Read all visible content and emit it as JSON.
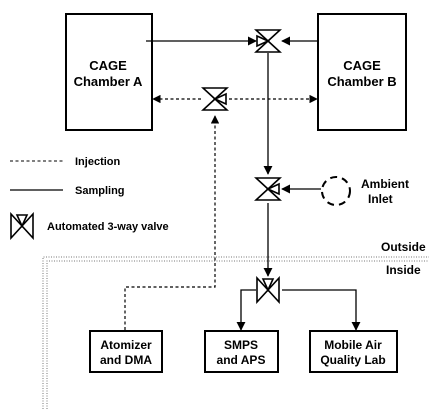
{
  "chambers": {
    "a": {
      "line1": "CAGE",
      "line2": "Chamber A"
    },
    "b": {
      "line1": "CAGE",
      "line2": "Chamber B"
    }
  },
  "ambient": {
    "line1": "Ambient",
    "line2": "Inlet"
  },
  "legend": {
    "injection": "Injection",
    "sampling": "Sampling",
    "valve": "Automated 3-way valve"
  },
  "regions": {
    "outside": "Outside",
    "inside": "Inside"
  },
  "instruments": {
    "atomizer": {
      "line1": "Atomizer",
      "line2": "and DMA"
    },
    "smps": {
      "line1": "SMPS",
      "line2": "and APS"
    },
    "mobile": {
      "line1": "Mobile Air",
      "line2": "Quality Lab"
    }
  },
  "icons": {
    "valve": "three-way-valve-icon",
    "ambient": "ambient-inlet-icon"
  }
}
